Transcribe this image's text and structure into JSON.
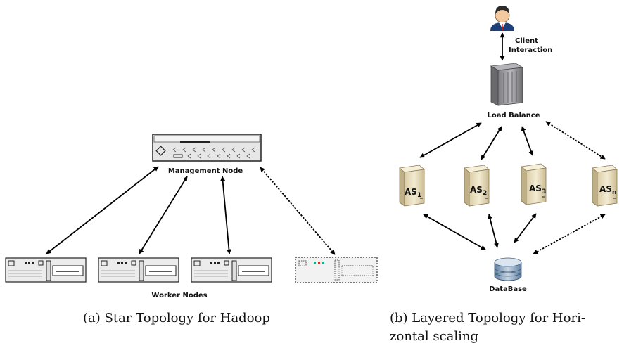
{
  "left": {
    "management_label": "Management Node",
    "workers_label": "Worker  Nodes",
    "caption": "(a) Star Topology for Hadoop"
  },
  "right": {
    "client_label_1": "Client",
    "client_label_2": "Interaction",
    "load_balance_label": "Load Balance",
    "app_servers": [
      {
        "base": "AS",
        "sub": "1"
      },
      {
        "base": "AS",
        "sub": "2"
      },
      {
        "base": "AS",
        "sub": "3"
      },
      {
        "base": "AS",
        "sub": "n"
      }
    ],
    "database_label": "DataBase",
    "caption_line1": "(b) Layered Topology for Hori-",
    "caption_line2": "zontal scaling"
  },
  "colors": {
    "server_beige": "#efe5c6",
    "db_blue": "#6f8fb0",
    "person_blue": "#1d3f7a"
  }
}
